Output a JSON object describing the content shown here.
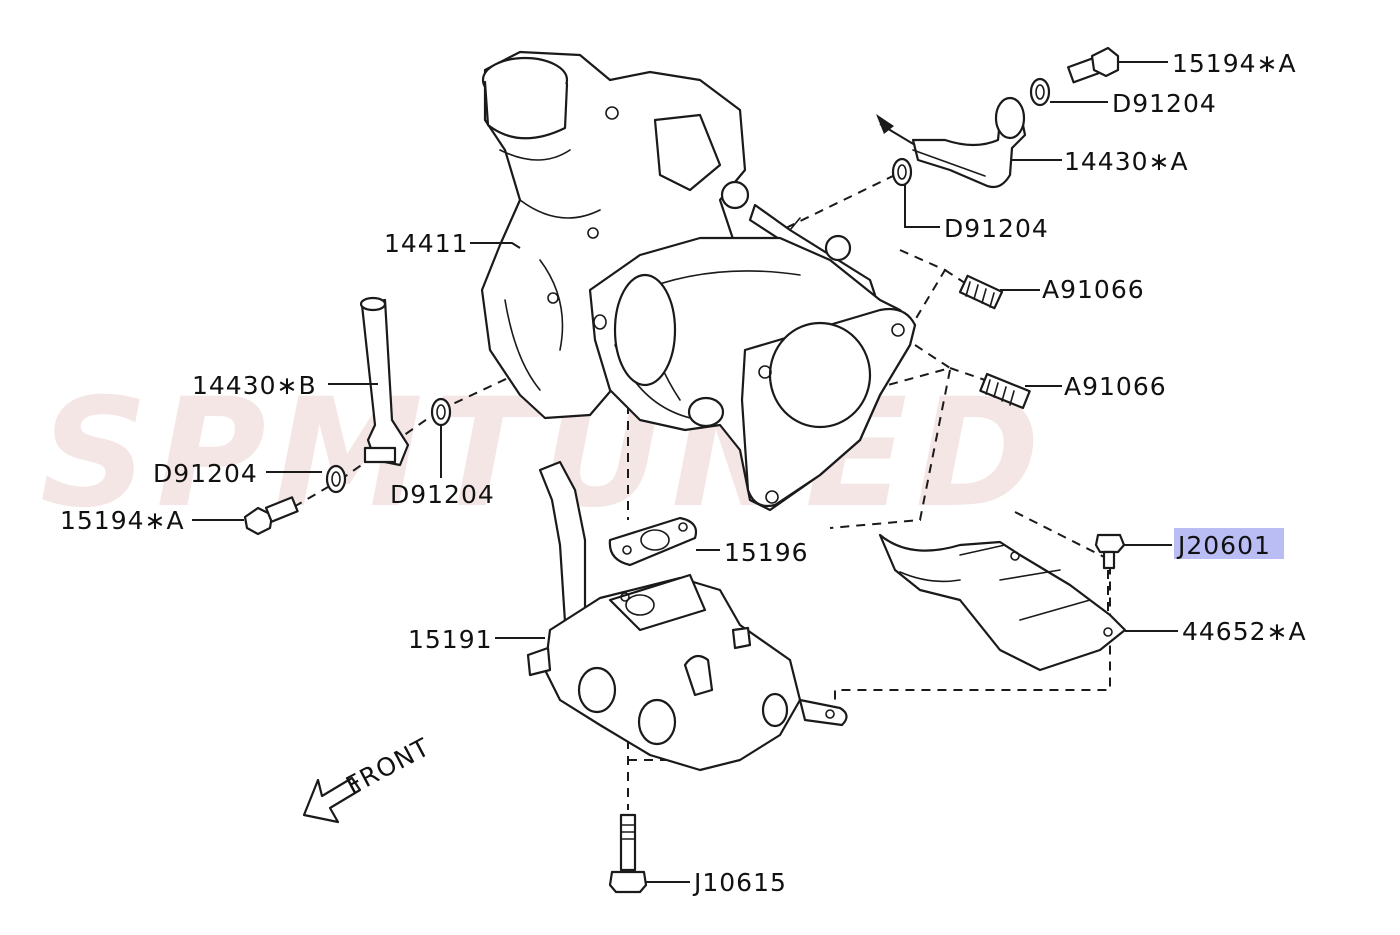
{
  "watermark": "SPMTUNED",
  "orientation_label": "FRONT",
  "highlight_color": "#b9bdf3",
  "callouts": [
    {
      "id": "15194A_top",
      "text": "15194∗A"
    },
    {
      "id": "D91204_top",
      "text": "D91204"
    },
    {
      "id": "14430A",
      "text": "14430∗A"
    },
    {
      "id": "D91204_mid",
      "text": "D91204"
    },
    {
      "id": "14411",
      "text": "14411"
    },
    {
      "id": "A91066_upper",
      "text": "A91066"
    },
    {
      "id": "A91066_lower",
      "text": "A91066"
    },
    {
      "id": "14430B",
      "text": "14430∗B"
    },
    {
      "id": "D91204_left",
      "text": "D91204"
    },
    {
      "id": "D91204_bottom",
      "text": "D91204"
    },
    {
      "id": "15194A_bottom",
      "text": "15194∗A"
    },
    {
      "id": "15196",
      "text": "15196"
    },
    {
      "id": "J20601",
      "text": "J20601",
      "highlighted": true
    },
    {
      "id": "15191",
      "text": "15191"
    },
    {
      "id": "44652A",
      "text": "44652∗A"
    },
    {
      "id": "J10615",
      "text": "J10615"
    }
  ]
}
